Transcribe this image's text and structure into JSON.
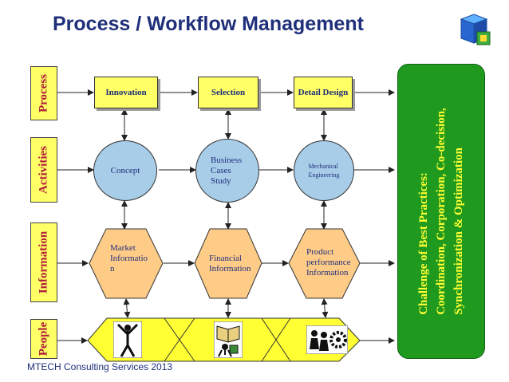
{
  "title": "Process / Workflow Management",
  "footer": "MTECH Consulting Services 2013",
  "lanes": [
    "Process",
    "Activities",
    "Information",
    "People"
  ],
  "process": [
    "Innovation",
    "Selection",
    "Detail Design"
  ],
  "activities": [
    [
      "Concept"
    ],
    [
      "Business",
      "Cases",
      "Study"
    ],
    [
      "Mechanical",
      "Engineering"
    ]
  ],
  "information": [
    [
      "Market",
      "Informatio",
      "n"
    ],
    [
      "Financial",
      "Information"
    ],
    [
      "Product",
      "performance",
      "Information"
    ]
  ],
  "people_icons": [
    "person-silhouette-icon",
    "reading-person-icon",
    "team-gears-icon"
  ],
  "callout": {
    "line1": "Challenge of Best Practices:",
    "line2": "Coordination, Corporation, Co-decision,",
    "line3": "Synchronization & Optimization"
  },
  "colors": {
    "title": "#1f2f7a",
    "lane_label": "#b0203a",
    "box_fill": "#ffff66",
    "circle_fill": "#a8cde8",
    "hex_fill": "#ffcc88",
    "callout_fill": "#1f9a1f",
    "callout_text": "#ffff33"
  }
}
